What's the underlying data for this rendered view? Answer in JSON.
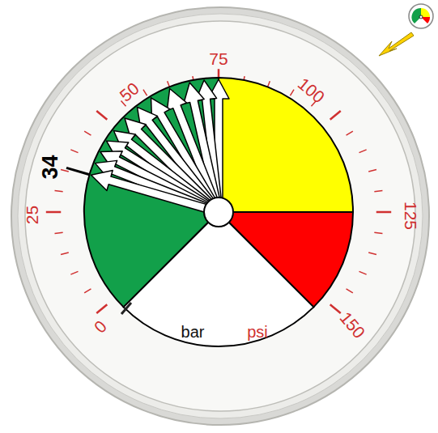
{
  "diagram": {
    "labels": [
      "75",
      "50",
      "100",
      "25",
      "125",
      "0",
      "150",
      "34",
      "bar",
      "psi"
    ]
  }
}
